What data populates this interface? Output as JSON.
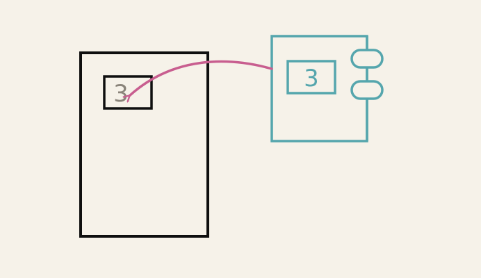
{
  "colors": {
    "background": "#f6f2e9",
    "page_stroke": "#0f0f0f",
    "page_value_text": "#8a847a",
    "device_stroke": "#55a6ad",
    "arrow": "#c85e8f"
  },
  "diagram": {
    "document": {
      "value": "3"
    },
    "device": {
      "value": "3",
      "knobs": 2
    },
    "arrow": {
      "from": "device",
      "to": "document"
    }
  }
}
